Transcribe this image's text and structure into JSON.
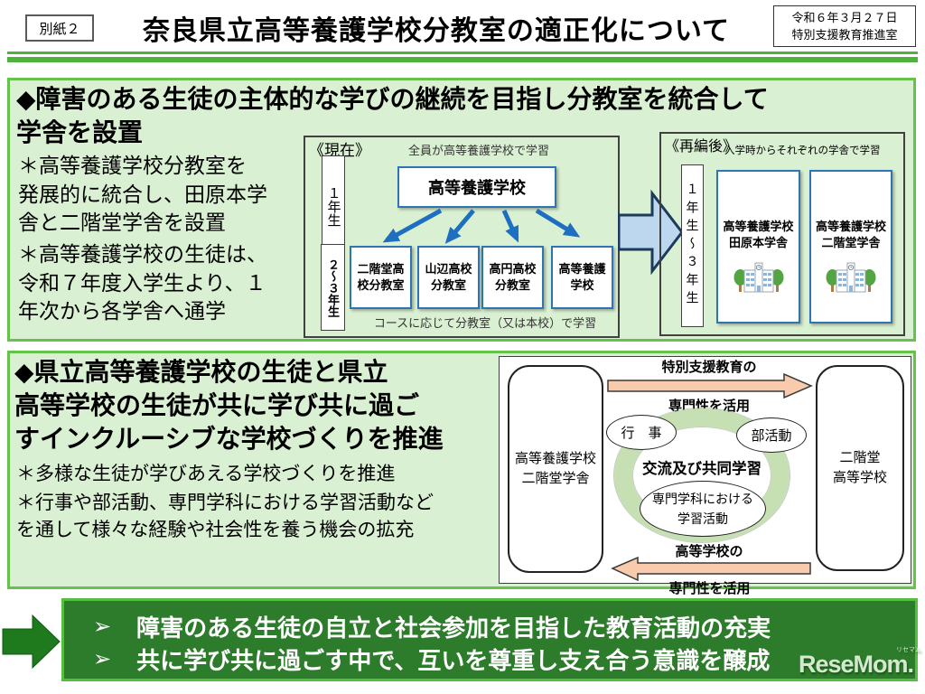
{
  "header": {
    "tag": "別紙２",
    "title": "奈良県立高等養護学校分教室の適正化について",
    "date_line1": "令和６年３月２７日",
    "date_line2": "特別支援教育推進室"
  },
  "section1": {
    "heading": "◆障害のある生徒の主体的な学びの継続を目指し分教室を統合して\n学舎を設置",
    "bullet1": "＊高等養護学校分教室を\n発展的に統合し、田原本学\n舎と二階堂学舎を設置",
    "bullet2": "＊高等養護学校の生徒は、\n令和７年度入学生より、１\n年次から各学舎へ通学",
    "current": {
      "label": "《現在》",
      "caption_top": "全員が高等養護学校で学習",
      "grade1": "１年生",
      "main_school": "高等養護学校",
      "grade23": "２～３年生",
      "branches": [
        "二階堂高\n校分教室",
        "山辺高校\n分教室",
        "高円高校\n分教室",
        "高等養護\n学校"
      ],
      "caption_bottom": "コースに応じて分教室（又は本校）で学習"
    },
    "after": {
      "label": "《再編後》",
      "caption": "入学時からそれぞれの学舎で学習",
      "grades": "１年生～３年生",
      "campus1": "高等養護学校\n田原本学舎",
      "campus2": "高等養護学校\n二階堂学舎"
    }
  },
  "section2": {
    "heading": "◆県立高等養護学校の生徒と県立\n高等学校の生徒が共に学び共に過ご\nすインクルーシブな学校づくりを推進",
    "bullet1": "＊多様な生徒が学びあえる学校づくりを推進",
    "bullet2": "＊行事や部活動、専門学科における学習活動など\nを通して様々な経験や社会性を養う機会の拡充",
    "diagram": {
      "left_school": "高等養護学校\n二階堂学舎",
      "right_school": "二階堂\n高等学校",
      "top_label1": "特別支援教育の",
      "top_label2": "専門性を活用",
      "center_label": "交流及び共同学習",
      "ellipse_events": "行　事",
      "ellipse_clubs": "部活動",
      "ellipse_courses": "専門学科における\n学習活動",
      "bottom_label1": "高等学校の",
      "bottom_label2": "専門性を活用"
    }
  },
  "conclusion": {
    "bullet_char": "➢",
    "item1": "障害のある生徒の自立と社会参加を目指した教育活動の充実",
    "item2": "共に学び共に過ごす中で、互いを尊重し支え合う意識を醸成"
  },
  "watermark": {
    "text": "ReseMom.",
    "small": "リセマム"
  },
  "icons": {
    "school_building": "school-building-icon",
    "flow_arrow_blue": "branch-flow-arrow",
    "transition_arrow": "big-right-arrow",
    "exchange_arrow_right": "peach-right-arrow",
    "exchange_arrow_left": "peach-left-arrow",
    "conclusion_arrow": "green-right-arrow"
  },
  "colors": {
    "header_line_green": "#4db33a",
    "section_bg": "#daf0d2",
    "section_border": "#67c24b",
    "box_blue_border": "#2e75b6",
    "flow_arrow_blue": "#1e6ec2",
    "big_arrow_fill": "#bdd7ee",
    "big_arrow_border": "#1b3a5c",
    "peach_arrow_fill": "#f8cbad",
    "ring_green": "#c6e0b4",
    "conclusion_bg": "#2d7c2b",
    "conclusion_border": "#55bd3f"
  }
}
